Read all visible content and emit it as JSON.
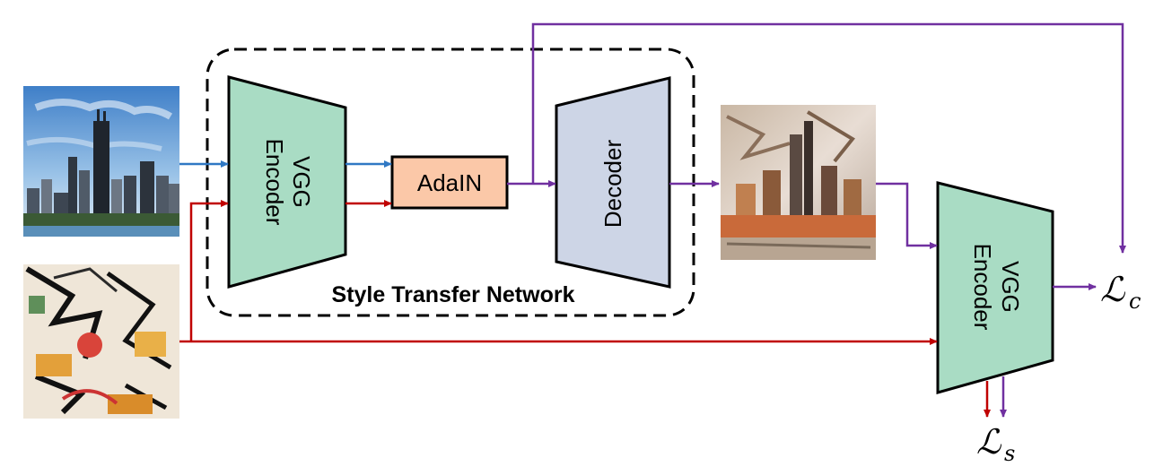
{
  "diagram": {
    "network_label": "Style Transfer Network",
    "encoder_left": {
      "line1": "VGG",
      "line2": "Encoder"
    },
    "adain_label": "AdaIN",
    "decoder_label": "Decoder",
    "encoder_right": {
      "line1": "VGG",
      "line2": "Encoder"
    },
    "loss_content": {
      "symbol": "ℒ",
      "subscript": "c"
    },
    "loss_style": {
      "symbol": "ℒ",
      "subscript": "s"
    },
    "images": {
      "content": "content-image-city-skyline",
      "style": "style-image-abstract-painting",
      "output": "stylized-output-image"
    },
    "colors": {
      "content_arrow": "#2f78c4",
      "style_arrow": "#c00000",
      "output_arrow": "#7030a0",
      "encoder_fill": "#a9dcc4",
      "adain_fill": "#fbc8a8",
      "decoder_fill": "#cdd5e6"
    }
  }
}
